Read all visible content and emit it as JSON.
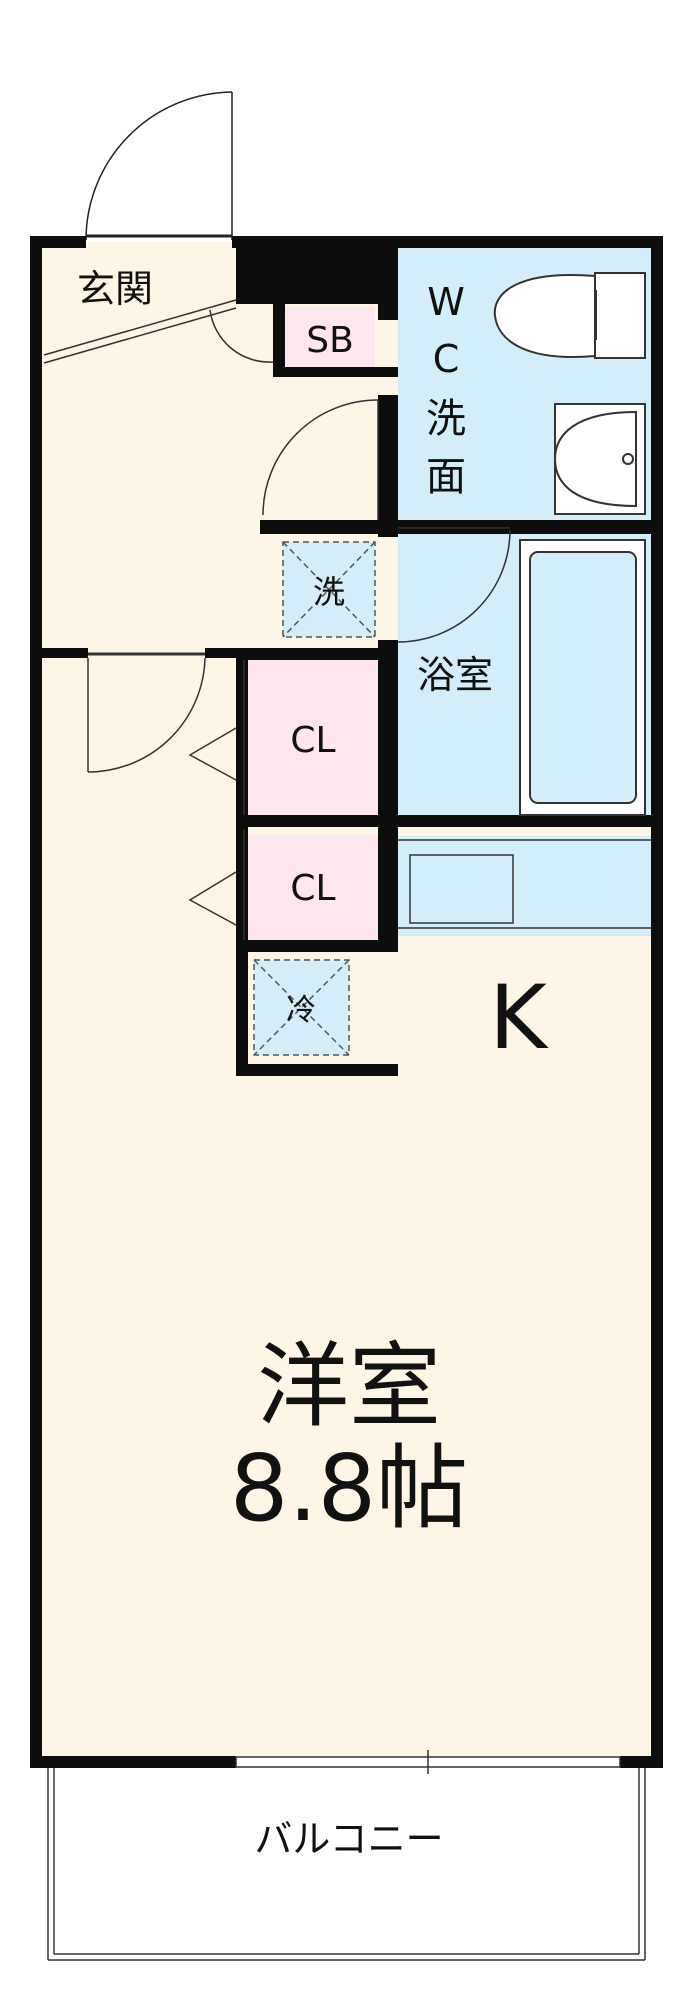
{
  "rooms": {
    "genkan": "玄関",
    "sb": "SB",
    "wc_w": "W",
    "wc_c": "C",
    "wash_1": "洗",
    "wash_2": "面",
    "laundry": "洗",
    "bath": "浴室",
    "cl1": "CL",
    "cl2": "CL",
    "fridge": "冷",
    "kitchen": "K",
    "western": "洋室",
    "size": "8.8帖",
    "balcony": "バルコニー"
  },
  "colors": {
    "wall": "#0d0d0d",
    "floor": "#fdf5e6",
    "wet": "#d4eef9",
    "closet": "#fde6ee"
  }
}
